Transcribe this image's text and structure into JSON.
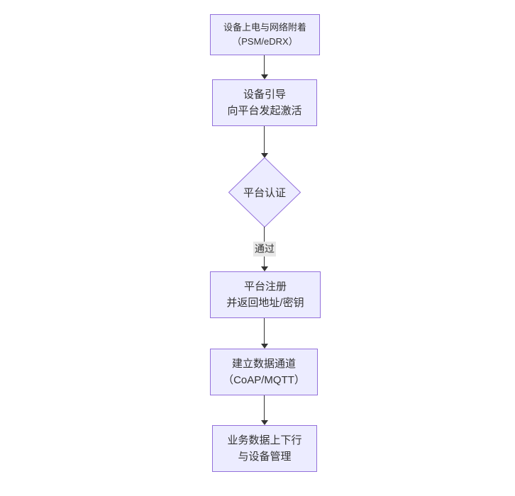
{
  "flowchart": {
    "nodes": [
      {
        "id": "device-power-attach",
        "shape": "rect",
        "lines": [
          "设备上电与网络附着",
          "（PSM/eDRX）"
        ]
      },
      {
        "id": "device-bootstrap",
        "shape": "rect",
        "lines": [
          "设备引导",
          "向平台发起激活"
        ]
      },
      {
        "id": "platform-auth",
        "shape": "diamond",
        "lines": [
          "平台认证"
        ]
      },
      {
        "id": "platform-register",
        "shape": "rect",
        "lines": [
          "平台注册",
          "并返回地址/密钥"
        ]
      },
      {
        "id": "data-channel",
        "shape": "rect",
        "lines": [
          "建立数据通道",
          "（CoAP/MQTT）"
        ]
      },
      {
        "id": "business-data",
        "shape": "rect",
        "lines": [
          "业务数据上下行",
          "与设备管理"
        ]
      }
    ],
    "edges": [
      {
        "from": "device-power-attach",
        "to": "device-bootstrap",
        "label": ""
      },
      {
        "from": "device-bootstrap",
        "to": "platform-auth",
        "label": ""
      },
      {
        "from": "platform-auth",
        "to": "platform-register",
        "label": "通过"
      },
      {
        "from": "platform-register",
        "to": "data-channel",
        "label": ""
      },
      {
        "from": "data-channel",
        "to": "business-data",
        "label": ""
      }
    ],
    "colors": {
      "background": "#ffffff",
      "node_fill": "#ECECFF",
      "node_border": "#9370DB",
      "text": "#333333",
      "arrow": "#333333",
      "edge_label_bg": "#e8e8e8"
    }
  }
}
